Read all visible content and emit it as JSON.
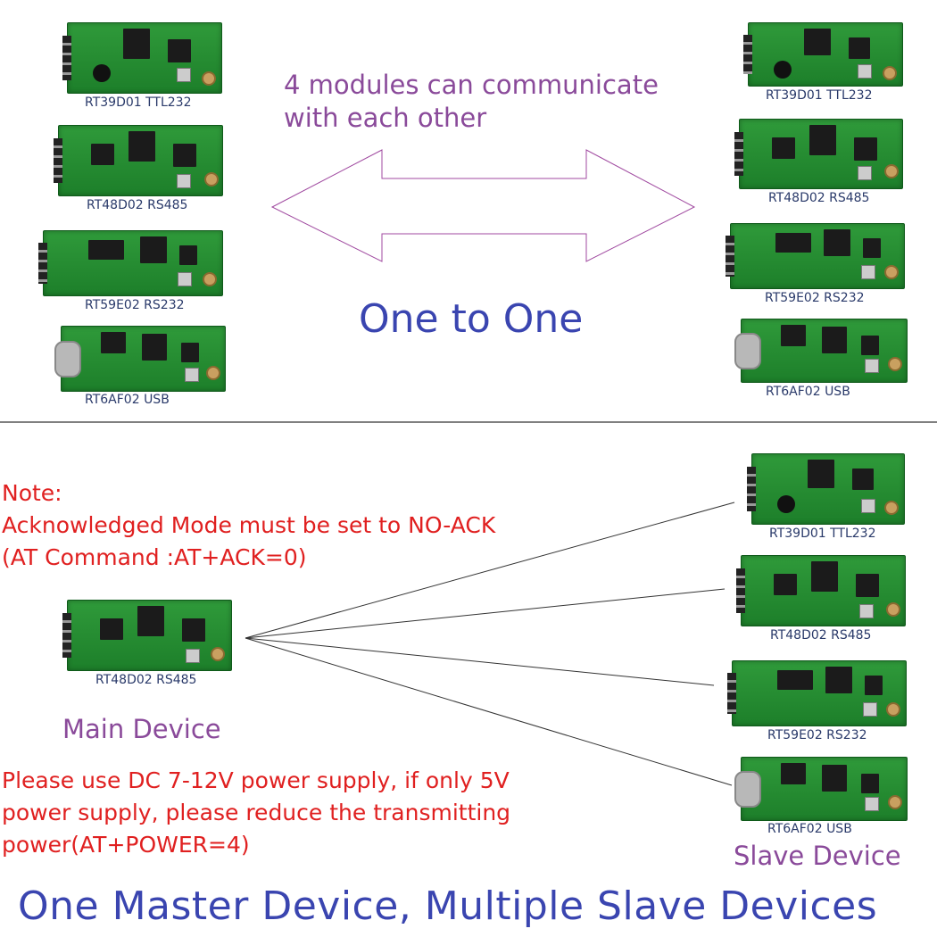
{
  "top_section": {
    "caption": "4 modules can communicate",
    "caption2": "with each other",
    "title": "One to One",
    "left_modules": [
      "RT39D01 TTL232",
      "RT48D02 RS485",
      "RT59E02 RS232",
      "RT6AF02 USB"
    ],
    "right_modules": [
      "RT39D01 TTL232",
      "RT48D02 RS485",
      "RT59E02 RS232",
      "RT6AF02 USB"
    ]
  },
  "bottom_section": {
    "note_title": "Note:",
    "note_line1": "Acknowledged Mode must be set to NO-ACK",
    "note_line2": "(AT Command :AT+ACK=0)",
    "main_module": "RT48D02 RS485",
    "main_label": "Main Device",
    "power_line1": "Please use DC 7-12V power supply, if only 5V",
    "power_line2": "power supply, please reduce the transmitting",
    "power_line3": "power(AT+POWER=4)",
    "slave_modules": [
      "RT39D01 TTL232",
      "RT48D02 RS485",
      "RT59E02 RS232",
      "RT6AF02 USB"
    ],
    "slave_label": "Slave Device",
    "title": "One Master Device, Multiple Slave Devices"
  },
  "colors": {
    "purple": "#8a4a9a",
    "red": "#e02020",
    "blue": "#3a45b0",
    "board": "#1d7f2a"
  }
}
